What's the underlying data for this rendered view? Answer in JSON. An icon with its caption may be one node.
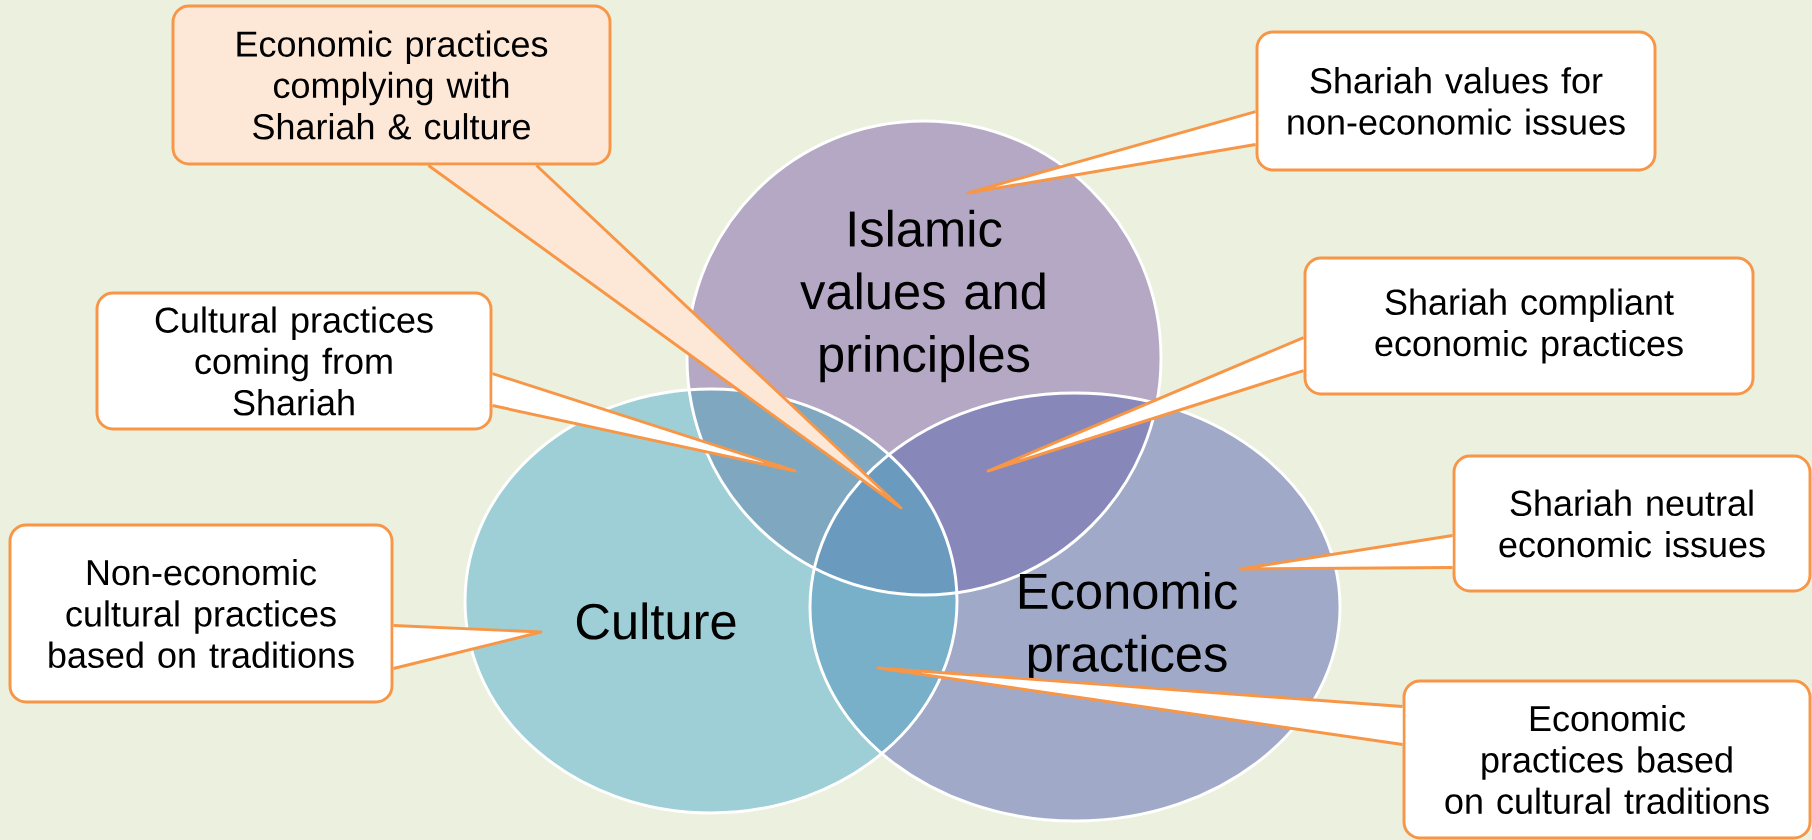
{
  "diagram": {
    "nodes": [
      {
        "text": [
          "Islamic values and principles"
        ]
      },
      {
        "text": [
          "Culture"
        ]
      },
      {
        "text": [
          "Economic practices"
        ]
      },
      {
        "text": [
          "Economic practices complying with Shariah & culture"
        ]
      },
      {
        "text": [
          "Shariah values for non-economic issues"
        ]
      },
      {
        "text": [
          "Cultural practices coming from Shariah"
        ]
      },
      {
        "text": [
          "Shariah compliant economic practices"
        ]
      },
      {
        "text": [
          "Shariah neutral economic issues"
        ]
      },
      {
        "text": [
          "Non-economic cultural practices based on traditions"
        ]
      },
      {
        "text": [
          "Economic practices based on cultural traditions"
        ]
      }
    ],
    "edges": [
      {
        "from": 3,
        "to": null,
        "arrow": "none"
      },
      {
        "from": 4,
        "to": null,
        "arrow": "none"
      },
      {
        "from": 5,
        "to": null,
        "arrow": "none"
      },
      {
        "from": 6,
        "to": null,
        "arrow": "none"
      },
      {
        "from": 7,
        "to": null,
        "arrow": "none"
      },
      {
        "from": 8,
        "to": null,
        "arrow": "none"
      },
      {
        "from": 9,
        "to": null,
        "arrow": "none"
      }
    ]
  }
}
